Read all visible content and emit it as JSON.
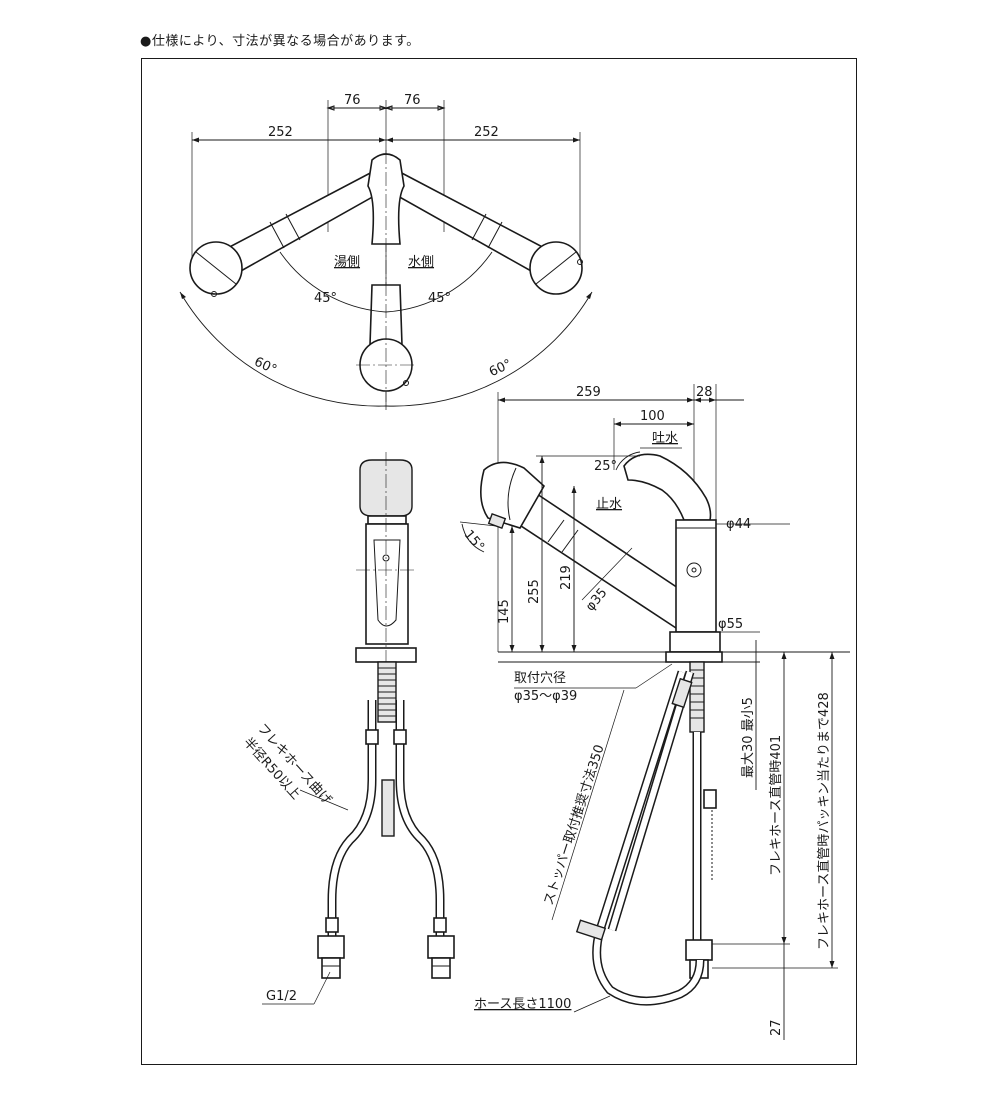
{
  "note": "●仕様により、寸法が異なる場合があります。",
  "top_view": {
    "dim_left_76": "76",
    "dim_right_76": "76",
    "dim_left_252": "252",
    "dim_right_252": "252",
    "hot_side": "湯側",
    "cold_side": "水側",
    "angle_left_45": "45°",
    "angle_right_45": "45°",
    "angle_left_60": "60°",
    "angle_right_60": "60°"
  },
  "side_view": {
    "dim_259": "259",
    "dim_28": "28",
    "dim_100": "100",
    "spout_water": "吐水",
    "angle_25": "25°",
    "stop_water": "止水",
    "angle_15": "15°",
    "dia_44": "φ44",
    "dia_35": "φ35",
    "dia_55": "φ55",
    "dim_145": "145",
    "dim_255": "255",
    "dim_219": "219",
    "mount_hole_label": "取付穴径",
    "mount_hole_value": "φ35～φ39",
    "stopper_length": "ストッパー取付推奨寸法350",
    "thickness_range": "最大30 最小5",
    "flex_straight_401": "フレキホース直管時401",
    "flex_straight_428": "フレキホース直管時パッキン当たりまで428",
    "dim_27": "27",
    "hose_length": "ホース長さ1100"
  },
  "front_view": {
    "flex_bend_line1": "フレキホース曲げ",
    "flex_bend_line2": "半径R50以上",
    "thread": "G1/2"
  }
}
